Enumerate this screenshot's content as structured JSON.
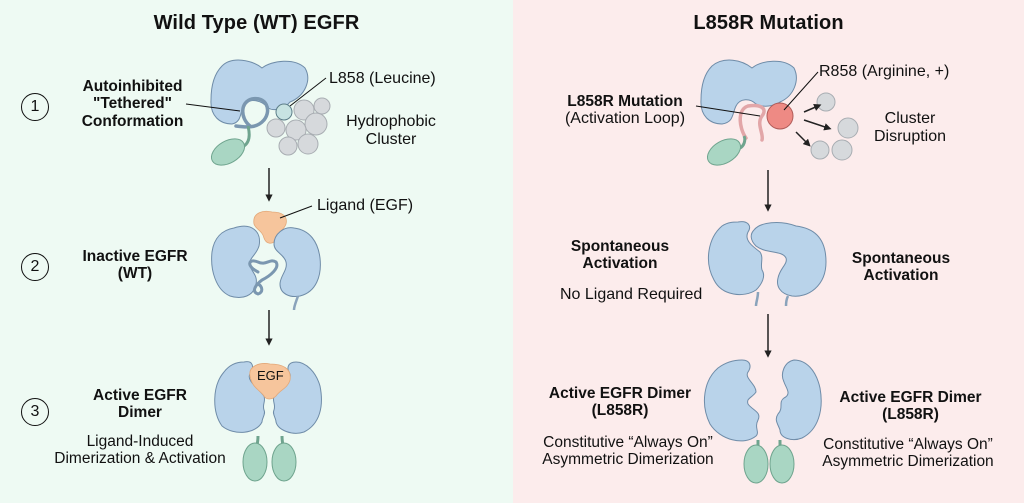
{
  "left_panel": {
    "title": "Wild Type (WT) EGFR",
    "background": "#eefaf3",
    "steps": [
      {
        "number": "1",
        "title_lines": [
          "Autoinhibited",
          "\"Tethered\"",
          "Conformation"
        ],
        "annotations": [
          "L858 (Leucine)",
          "Hydrophobic",
          "Cluster"
        ]
      },
      {
        "number": "2",
        "title_lines": [
          "Inactive EGFR",
          "(WT)"
        ],
        "annotations": [
          "Ligand (EGF)"
        ]
      },
      {
        "number": "3",
        "title_lines": [
          "Active EGFR",
          "Dimer"
        ],
        "subtitle_lines": [
          "Ligand-Induced",
          "Dimerization & Activation"
        ],
        "ligand_label": "EGF"
      }
    ]
  },
  "right_panel": {
    "title": "L858R Mutation",
    "background": "#fcecec",
    "steps": [
      {
        "title_lines": [
          "L858R Mutation"
        ],
        "subtitle_lines": [
          "(Activation Loop)"
        ],
        "annotations": [
          "R858 (Arginine, +)",
          "Cluster",
          "Disruption"
        ]
      },
      {
        "left_title_lines": [
          "Spontaneous",
          "Activation"
        ],
        "left_subtitle": "No Ligand Required",
        "right_title_lines": [
          "Spontaneous",
          "Activation"
        ]
      },
      {
        "left_title_lines": [
          "Active EGFR Dimer",
          "(L858R)"
        ],
        "left_subtitle_lines": [
          "Constitutive “Always On”",
          "Asymmetric Dimerization"
        ],
        "right_title_lines": [
          "Active EGFR Dimer",
          "(L858R)"
        ],
        "right_subtitle_lines": [
          "Constitutive “Always On”",
          "Asymmetric Dimerization"
        ]
      }
    ]
  },
  "colors": {
    "kinase_blue": "#b9d3ea",
    "kinase_outline": "#6f8ca8",
    "tail_green": "#a9d6c3",
    "tail_outline": "#6fa48e",
    "ligand_orange": "#f6c59c",
    "ligand_outline": "#d99a6a",
    "cluster_gray": "#d6d9dc",
    "cluster_outline": "#a8adb2",
    "mutant_red": "#ee8a84",
    "loop_wt": "#7b97b0",
    "loop_mut": "#e2a6a8"
  }
}
